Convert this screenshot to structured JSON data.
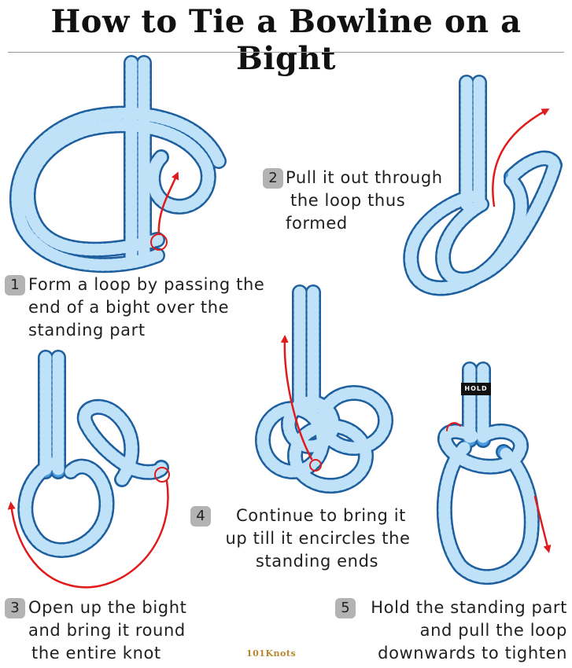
{
  "title": "How to Tie a Bowline on a Bight",
  "colors": {
    "rope": "#3b8fd6",
    "rope_light": "#8fcaf2",
    "rope_dark": "#1f5f9e",
    "arrow": "#e01b1b",
    "badge": "#b3b3b3"
  },
  "steps": [
    {
      "num": "1",
      "lines": [
        "Form a loop by passing the",
        "end of a bight over the",
        "standing part"
      ]
    },
    {
      "num": "2",
      "lines": [
        "Pull it out through",
        "the loop thus",
        "formed"
      ]
    },
    {
      "num": "3",
      "lines": [
        "Open up the bight",
        "and bring it round",
        "the entire knot"
      ]
    },
    {
      "num": "4",
      "lines": [
        "Continue to bring it",
        "up till it encircles the",
        "standing ends"
      ]
    },
    {
      "num": "5",
      "lines": [
        "Hold the standing part",
        "and pull the loop",
        "downwards to tighten"
      ]
    }
  ],
  "hold_label": "HOLD",
  "logo_text": "101Knots"
}
